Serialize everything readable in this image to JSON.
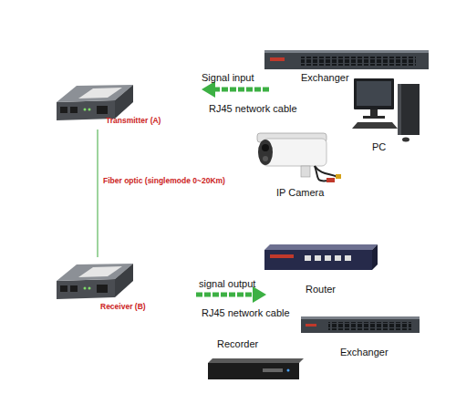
{
  "diagram": {
    "nodes": [
      {
        "text": [
          "Transmitter (A)"
        ]
      },
      {
        "text": [
          "Exchanger"
        ]
      },
      {
        "text": [
          "PC"
        ]
      },
      {
        "text": [
          "IP Camera"
        ]
      },
      {
        "text": [
          "Receiver (B)"
        ]
      },
      {
        "text": [
          "Router"
        ]
      },
      {
        "text": [
          "Recorder"
        ]
      },
      {
        "text": [
          "Exchanger"
        ]
      }
    ],
    "edges": [
      {
        "from": 0,
        "to": 4,
        "arrow": "none",
        "label": "Fiber optic (singlemode 0~20Km)"
      }
    ],
    "labels": [
      "Signal input",
      "RJ45 network cable",
      "signal output",
      "RJ45 network cable"
    ]
  }
}
